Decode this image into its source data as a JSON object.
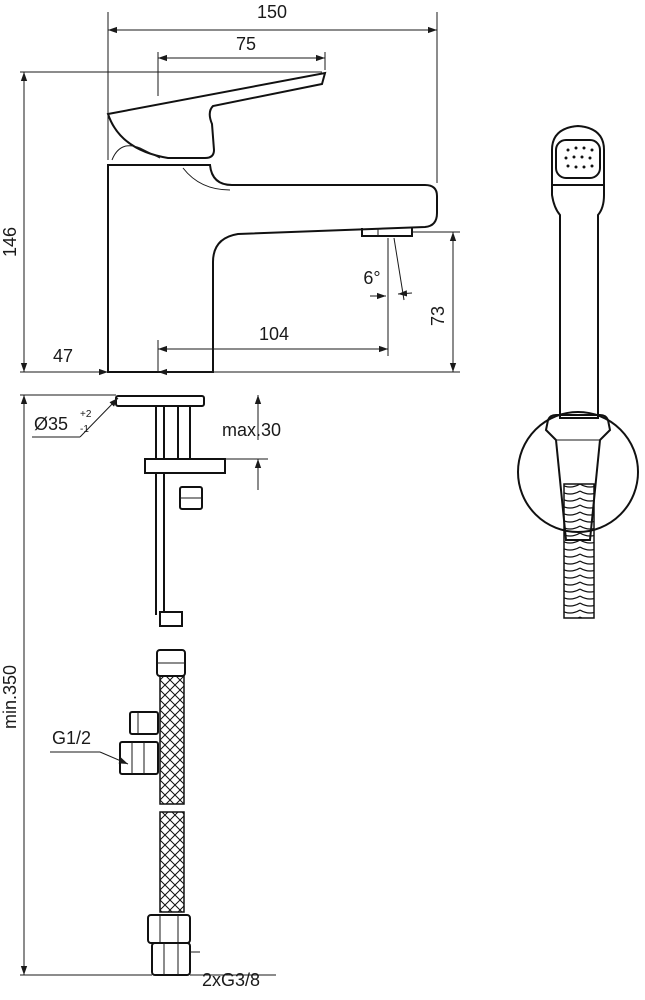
{
  "dimensions": {
    "width_150": "150",
    "spout_75": "75",
    "height_146": "146",
    "spout_height_73": "73",
    "reach_104": "104",
    "offset_47": "47",
    "angle_6": "6°",
    "hole_diameter": "Ø35",
    "tol_plus": "+2",
    "tol_minus": "-1",
    "max_thickness": "max.30",
    "min_length": "min.350",
    "inlet_thread": "G1/2",
    "supply_threads": "2xG3/8"
  },
  "colors": {
    "line": "#1a1a1a",
    "background": "#ffffff"
  }
}
